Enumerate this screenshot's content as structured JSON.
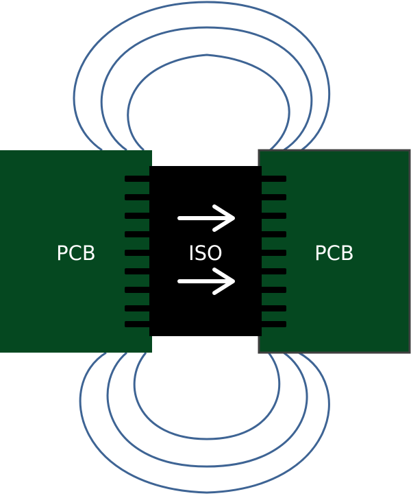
{
  "diagram": {
    "left_board_label": "PCB",
    "isolator_label": "ISO",
    "right_board_label": "PCB"
  },
  "colors": {
    "pcb_fill": "#054820",
    "pcb_right_border": "#3f3f3f",
    "isolator_body": "#000000",
    "field_lines": "#3e6494",
    "arrows": "#ffffff",
    "text": "#ffffff"
  }
}
